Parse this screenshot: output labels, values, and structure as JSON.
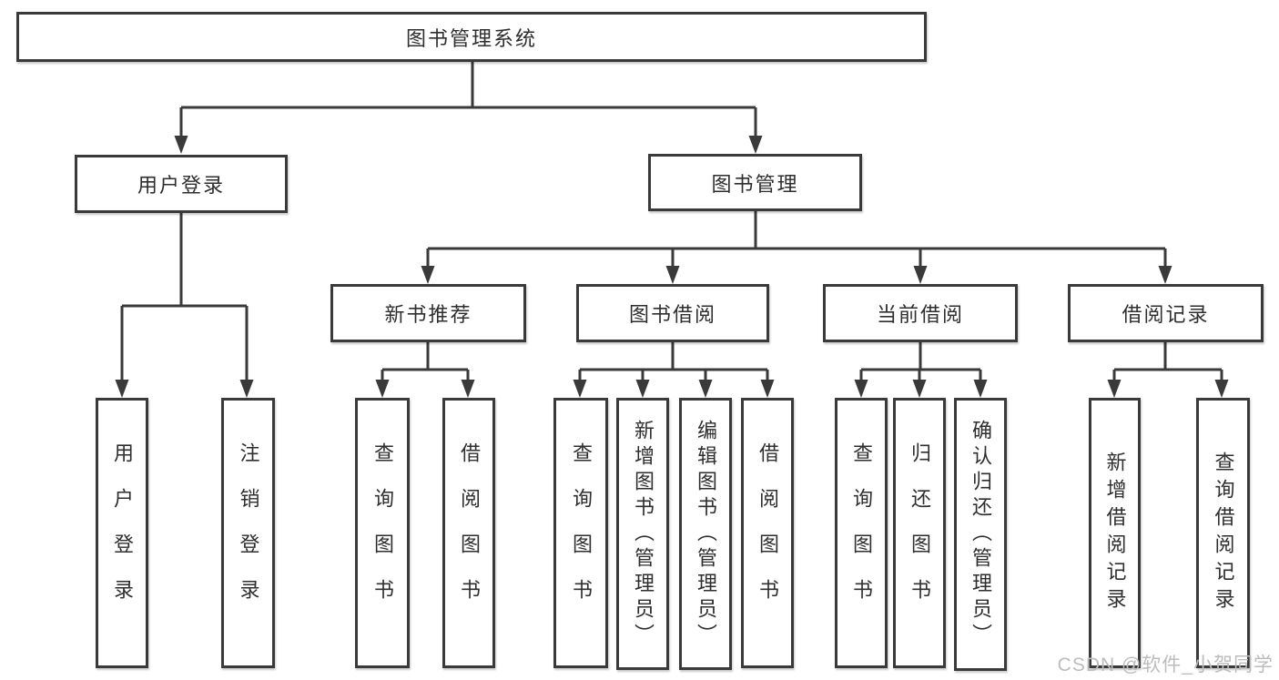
{
  "tree": {
    "label": "图书管理系统",
    "children": [
      {
        "label": "用户登录",
        "children": [
          {
            "label": "用户登录"
          },
          {
            "label": "注销登录"
          }
        ]
      },
      {
        "label": "图书管理",
        "children": [
          {
            "label": "新书推荐",
            "children": [
              {
                "label": "查询图书"
              },
              {
                "label": "借阅图书"
              }
            ]
          },
          {
            "label": "图书借阅",
            "children": [
              {
                "label": "查询图书"
              },
              {
                "label": "新增图书（管理员）"
              },
              {
                "label": "编辑图书（管理员）"
              },
              {
                "label": "借阅图书"
              }
            ]
          },
          {
            "label": "当前借阅",
            "children": [
              {
                "label": "查询图书"
              },
              {
                "label": "归还图书"
              },
              {
                "label": "确认归还（管理员）"
              }
            ]
          },
          {
            "label": "借阅记录",
            "children": [
              {
                "label": "新增借阅记录"
              },
              {
                "label": "查询借阅记录"
              }
            ]
          }
        ]
      }
    ]
  },
  "watermark": "CSDN @软件_小贺同学",
  "colors": {
    "line": "#3a3a3a",
    "text": "#2e2e2e",
    "background": "#ffffff",
    "watermark": "#bcbcbc"
  }
}
